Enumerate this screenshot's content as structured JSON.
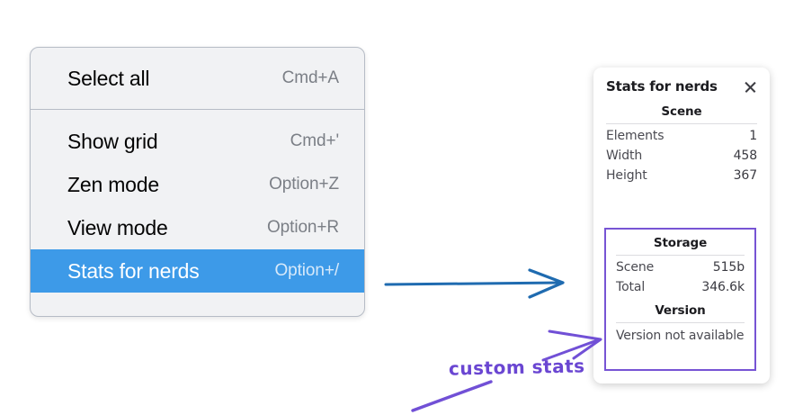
{
  "context_menu": {
    "groups": [
      {
        "items": [
          {
            "label": "Select all",
            "shortcut": "Cmd+A",
            "selected": false
          }
        ]
      },
      {
        "items": [
          {
            "label": "Show grid",
            "shortcut": "Cmd+'",
            "selected": false
          },
          {
            "label": "Zen mode",
            "shortcut": "Option+Z",
            "selected": false
          },
          {
            "label": "View mode",
            "shortcut": "Option+R",
            "selected": false
          },
          {
            "label": "Stats for nerds",
            "shortcut": "Option+/",
            "selected": true
          }
        ]
      }
    ],
    "selected_background": "#3d9ae8"
  },
  "stats_panel": {
    "title": "Stats for nerds",
    "close_icon": "close-icon",
    "sections": [
      {
        "title": "Scene",
        "rows": [
          {
            "key": "Elements",
            "value": "1"
          },
          {
            "key": "Width",
            "value": "458"
          },
          {
            "key": "Height",
            "value": "367"
          }
        ]
      },
      {
        "title": "Storage",
        "rows": [
          {
            "key": "Scene",
            "value": "515b"
          },
          {
            "key": "Total",
            "value": "346.6k"
          }
        ]
      },
      {
        "title": "Version",
        "note": "Version not available"
      }
    ],
    "highlight_color": "#7754d4"
  },
  "annotations": {
    "handwritten_label": "custom stats",
    "handwriting_color": "#6a46d2",
    "blue_arrow_color": "#1f6bb0"
  }
}
